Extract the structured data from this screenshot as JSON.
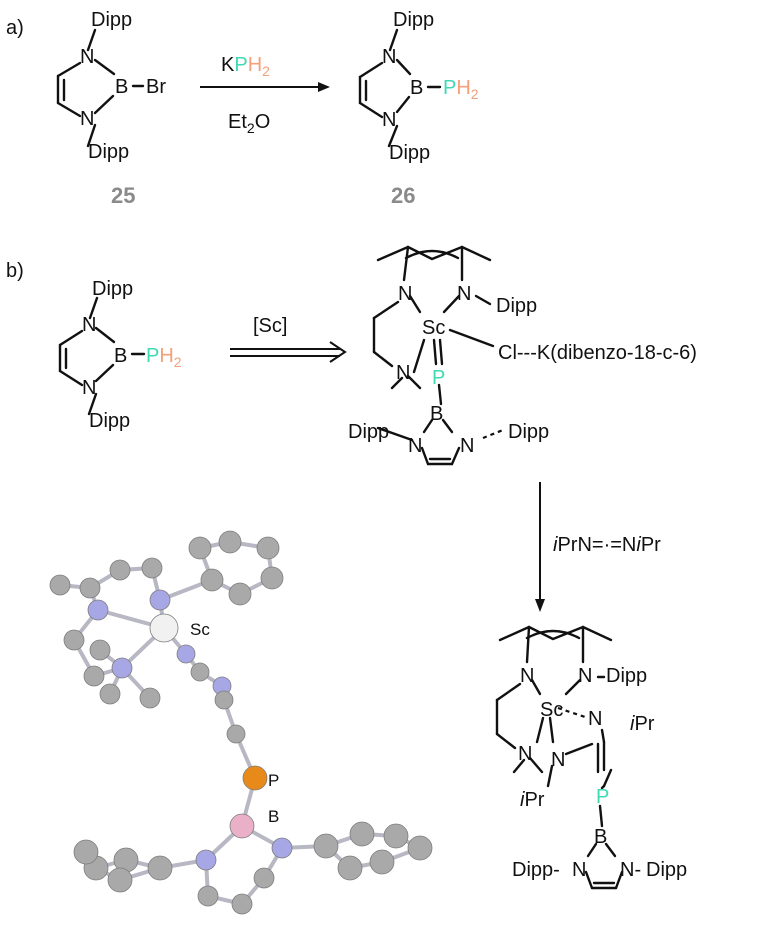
{
  "colors": {
    "phosphorus": "#3fd9b4",
    "hydrogen": "#f4a07a",
    "compound_number": "#8a8a8a",
    "atom_sc": "#f1f1f1",
    "atom_c": "#a9a9a9",
    "atom_n": "#a7a7e6",
    "atom_p": "#e88a1a",
    "atom_b": "#eab0c8"
  },
  "panel_a": {
    "label": "a)",
    "sm": {
      "sub_top": "Dipp",
      "sub_bottom": "Dipp",
      "n1": "N",
      "n2": "N",
      "b": "B",
      "x": "Br"
    },
    "reagent_k": "K",
    "reagent_p": "P",
    "reagent_h2": "H",
    "reagent_sub2": "2",
    "solvent_et": "Et",
    "solvent_sub2": "2",
    "solvent_o": "O",
    "product": {
      "sub_top": "Dipp",
      "sub_bottom": "Dipp",
      "n1": "N",
      "n2": "N",
      "b": "B",
      "p": "P",
      "h": "H",
      "sub2": "2"
    },
    "sm_number": "25",
    "product_number": "26"
  },
  "panel_b": {
    "label": "b)",
    "sm": {
      "sub_top": "Dipp",
      "sub_bottom": "Dipp",
      "n1": "N",
      "n2": "N",
      "b": "B",
      "p": "P",
      "h": "H",
      "sub2": "2"
    },
    "reagent": "[Sc]",
    "complex": {
      "n_left": "N",
      "n_right": "N",
      "dipp_right": "Dipp",
      "sc": "Sc",
      "cl_k": "Cl---K(dibenzo-18-c-6)",
      "n_amine": "N",
      "p": "P",
      "b": "B",
      "dipp_left": "Dipp",
      "n_ring_left": "N",
      "n_ring_right": "N",
      "dipp_ring_right": "Dipp"
    },
    "reagent2_i1": "i",
    "reagent2_mid": "PrN=·=N",
    "reagent2_i2": "i",
    "reagent2_end": "Pr",
    "product": {
      "n_left": "N",
      "n_right": "N",
      "dipp_right": "Dipp",
      "sc": "Sc",
      "n_amid_top": "N",
      "ipr_i": "i",
      "ipr_pr": "Pr",
      "n_amine": "N",
      "n_amid_low": "N",
      "ipr2_i": "i",
      "ipr2_pr": "Pr",
      "p": "P",
      "b": "B",
      "dipp_left": "Dipp-",
      "n_ring_left": "N",
      "n_ring_right": "N-",
      "dipp_ring_right": "Dipp"
    },
    "crystal": {
      "sc": "Sc",
      "p": "P",
      "b": "B"
    }
  }
}
